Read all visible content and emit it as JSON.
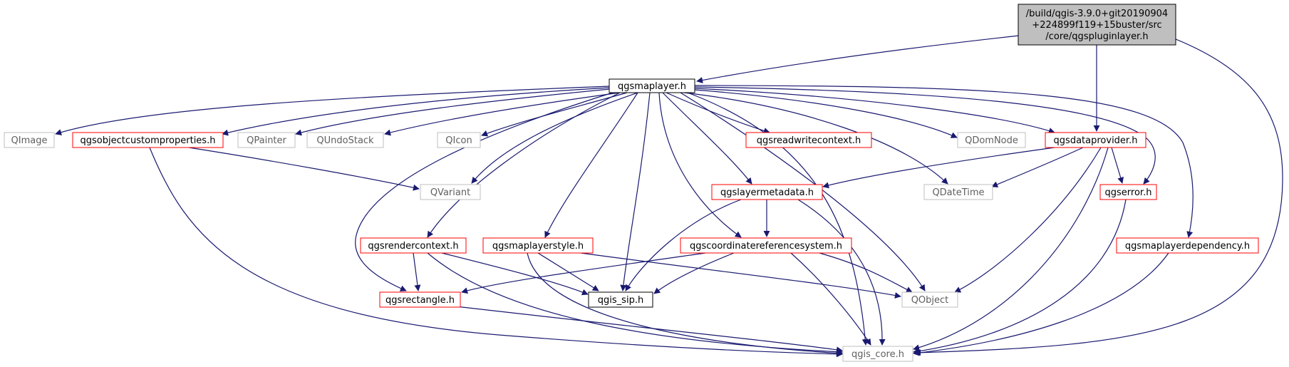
{
  "diagram": {
    "colors": {
      "edge": "#191970",
      "root_fill": "#bfbfbf",
      "linked_border": "#ff0000",
      "plain_border": "#000000",
      "external_border": "#bfbfbf",
      "external_text": "#5f5f5f"
    },
    "nodes": {
      "root": [
        "/build/qgis-3.9.0+git20190904",
        "+224899f119+15buster/src",
        "/core/qgspluginlayer.h"
      ],
      "qgsmaplayer": "qgsmaplayer.h",
      "qimage": "QImage",
      "qgsobjectcustomproperties": "qgsobjectcustomproperties.h",
      "qpainter": "QPainter",
      "qundostack": "QUndoStack",
      "qicon": "QIcon",
      "qgsreadwritecontext": "qgsreadwritecontext.h",
      "qdomnode": "QDomNode",
      "qgsdataprovider": "qgsdataprovider.h",
      "qvariant": "QVariant",
      "qgslayermetadata": "qgslayermetadata.h",
      "qdatetime": "QDateTime",
      "qgserror": "qgserror.h",
      "qgsrendercontext": "qgsrendercontext.h",
      "qgsmaplayerstyle": "qgsmaplayerstyle.h",
      "qgscoordinatereferencesystem": "qgscoordinatereferencesystem.h",
      "qgsmaplayerdependency": "qgsmaplayerdependency.h",
      "qgsrectangle": "qgsrectangle.h",
      "qgis_sip": "qgis_sip.h",
      "qobject": "QObject",
      "qgis_core": "qgis_core.h"
    }
  }
}
